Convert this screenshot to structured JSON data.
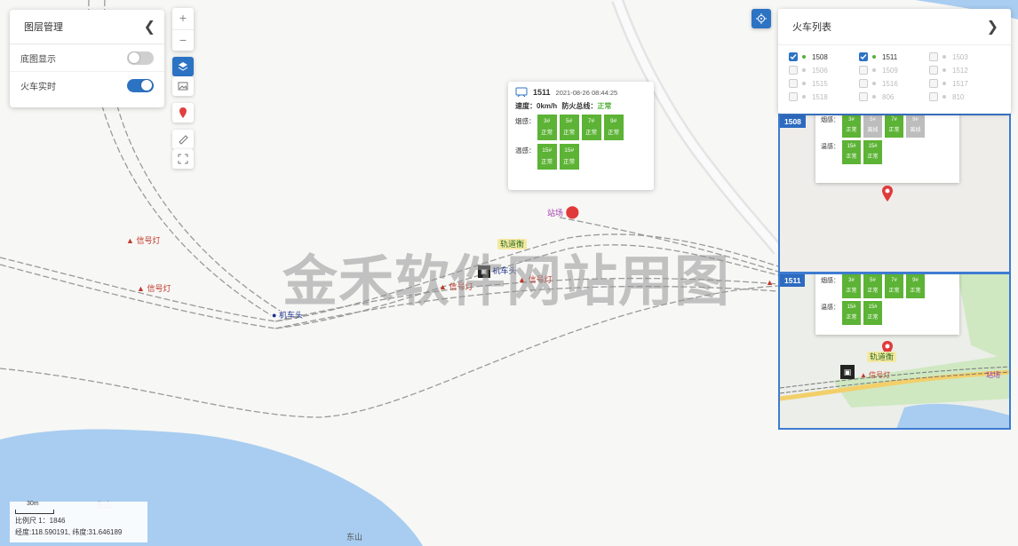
{
  "layer_panel": {
    "title": "图层管理",
    "collapse_icon": "chevron-left-icon",
    "rows": [
      {
        "label": "底图显示",
        "on": false
      },
      {
        "label": "火车实时",
        "on": true
      }
    ]
  },
  "zoom": {
    "in_label": "+",
    "out_label": "−"
  },
  "tools": [
    "layers-icon",
    "image-icon",
    "pin-icon",
    "ruler-icon",
    "fullscreen-icon"
  ],
  "train_popup": {
    "train_id": "1511",
    "timestamp": "2021-08-26 08:44:25",
    "speed_label": "速度：",
    "speed_value": "0km/h",
    "fire_label": "防火总线：",
    "fire_status": "正常",
    "smoke_label": "烟感：",
    "smoke_tiles": [
      {
        "name": "3#",
        "status": "正常"
      },
      {
        "name": "5#",
        "status": "正常"
      },
      {
        "name": "7#",
        "status": "正常"
      },
      {
        "name": "9#",
        "status": "正常"
      }
    ],
    "temp_label": "温感：",
    "temp_tiles": [
      {
        "name": "15#",
        "status": "正常"
      },
      {
        "name": "15#",
        "status": "正常"
      }
    ]
  },
  "train_list": {
    "title": "火车列表",
    "expand_icon": "chevron-right-icon",
    "items": [
      {
        "id": "1508",
        "checked": true,
        "active": true
      },
      {
        "id": "1511",
        "checked": true,
        "active": true
      },
      {
        "id": "1503",
        "checked": false,
        "active": false
      },
      {
        "id": "1506",
        "checked": false,
        "active": false
      },
      {
        "id": "1509",
        "checked": false,
        "active": false
      },
      {
        "id": "1512",
        "checked": false,
        "active": false
      },
      {
        "id": "1515",
        "checked": false,
        "active": false
      },
      {
        "id": "1516",
        "checked": false,
        "active": false
      },
      {
        "id": "1517",
        "checked": false,
        "active": false
      },
      {
        "id": "1518",
        "checked": false,
        "active": false
      },
      {
        "id": "806",
        "checked": false,
        "active": false
      },
      {
        "id": "810",
        "checked": false,
        "active": false
      }
    ]
  },
  "mini_views": [
    {
      "tag": "1508",
      "smoke_label": "烟感：",
      "smoke_tiles": [
        {
          "name": "3#",
          "status": "正常",
          "gray": false
        },
        {
          "name": "5#",
          "status": "离线",
          "gray": true
        },
        {
          "name": "7#",
          "status": "正常",
          "gray": false
        },
        {
          "name": "9#",
          "status": "离线",
          "gray": true
        }
      ],
      "temp_label": "温感：",
      "temp_tiles": [
        {
          "name": "15#",
          "status": "正常",
          "gray": false
        },
        {
          "name": "15#",
          "status": "正常",
          "gray": false
        }
      ]
    },
    {
      "tag": "1511",
      "smoke_label": "烟感：",
      "smoke_tiles": [
        {
          "name": "3#",
          "status": "正常",
          "gray": false
        },
        {
          "name": "5#",
          "status": "正常",
          "gray": false
        },
        {
          "name": "7#",
          "status": "正常",
          "gray": false
        },
        {
          "name": "9#",
          "status": "正常",
          "gray": false
        }
      ],
      "temp_label": "温感：",
      "temp_tiles": [
        {
          "name": "15#",
          "status": "正常",
          "gray": false
        },
        {
          "name": "15#",
          "status": "正常",
          "gray": false
        }
      ],
      "map_labels": {
        "yard": "轨道衡",
        "signal": "信号灯",
        "station": "站场"
      }
    }
  ],
  "map_labels": {
    "signal": "信号灯",
    "loco": "机车头",
    "yard": "轨道衡",
    "station": "站场",
    "area_east": "东山",
    "area_east_bottom": "东山"
  },
  "scale": {
    "bar_label": "30m",
    "ratio": "比例尺 1：1846",
    "coords": "经度:118.590191, 纬度:31.646189"
  },
  "watermark": "金禾软件网站用图",
  "colors": {
    "accent": "#2d73c4",
    "ok": "#52b037",
    "offline": "#bdbdbd",
    "signal": "#c0392b",
    "water": "#a8cdf0"
  }
}
